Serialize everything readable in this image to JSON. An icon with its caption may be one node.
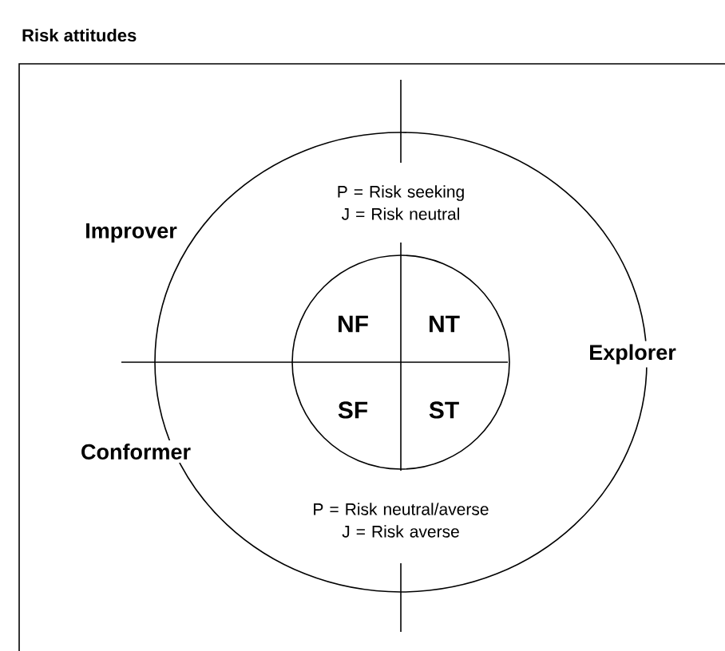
{
  "diagram": {
    "title": "Risk attitudes",
    "nodes": [
      {
        "text": [
          "P = Risk seeking J = Risk neutral",
          "P = Risk neutral/averse J = Risk averse"
        ]
      },
      {
        "text": [
          "NF",
          "NT",
          "SF",
          "ST"
        ],
        "in": 0
      }
    ],
    "labels": [
      "Improver",
      "Explorer",
      "Conformer"
    ]
  }
}
